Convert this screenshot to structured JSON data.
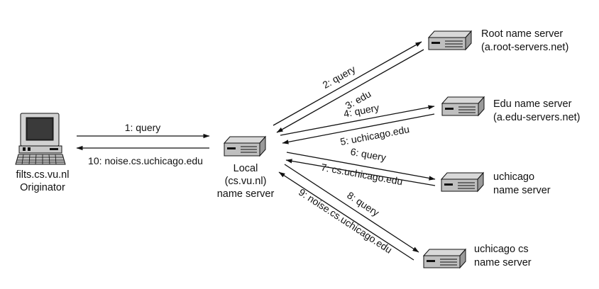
{
  "nodes": {
    "originator": {
      "line1": "filts.cs.vu.nl",
      "line2": "Originator"
    },
    "local": {
      "line1": "Local",
      "line2": "(cs.vu.nl)",
      "line3": "name server"
    },
    "root": {
      "line1": "Root name server",
      "line2": "(a.root-servers.net)"
    },
    "edu": {
      "line1": "Edu name server",
      "line2": "(a.edu-servers.net)"
    },
    "uchicago": {
      "line1": "uchicago",
      "line2": "name server"
    },
    "uchicago_cs": {
      "line1": "uchicago cs",
      "line2": "name server"
    }
  },
  "messages": {
    "m1": "1: query",
    "m2": "2: query",
    "m3": "3: edu",
    "m4": "4: query",
    "m5": "5: uchicago.edu",
    "m6": "6: query",
    "m7": "7: cs.uchicago.edu",
    "m8": "8: query",
    "m9": "9: noise.cs.uchicago.edu",
    "m10": "10: noise.cs.uchicago.edu"
  }
}
